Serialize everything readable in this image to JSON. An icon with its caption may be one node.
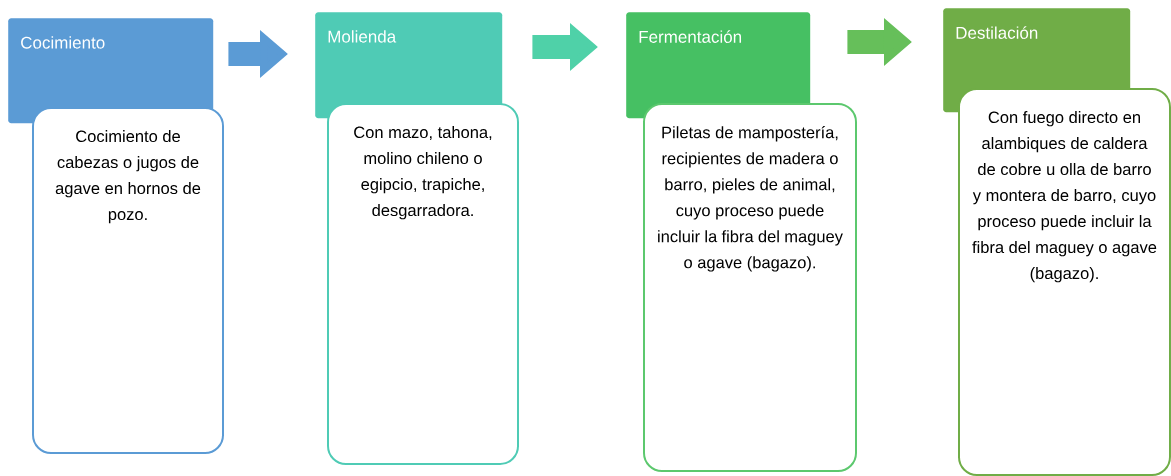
{
  "diagram": {
    "nodes": [
      {
        "text": [
          "Cocimiento"
        ]
      },
      {
        "text": [
          "Cocimiento de cabezas o jugos de agave en hornos de pozo."
        ]
      },
      {
        "text": [
          "Molienda"
        ]
      },
      {
        "text": [
          "Con mazo, tahona, molino chileno o egipcio, trapiche, desgarradora."
        ]
      },
      {
        "text": [
          "Fermentación"
        ]
      },
      {
        "text": [
          "Piletas de mampostería, recipientes de madera o barro, pieles de animal, cuyo proceso puede incluir la fibra del maguey o agave (bagazo)."
        ]
      },
      {
        "text": [
          "Destilación"
        ]
      },
      {
        "text": [
          "Con fuego directo en alambiques de caldera de cobre u olla de barro y montera de barro, cuyo proceso puede incluir la fibra del maguey o agave (bagazo)."
        ]
      }
    ],
    "edges": [
      {
        "from": 0,
        "to": 2,
        "arrow": "to",
        "color": "#5b9bd5"
      },
      {
        "from": 2,
        "to": 4,
        "arrow": "to",
        "color": "#4fd1a8"
      },
      {
        "from": 4,
        "to": 6,
        "arrow": "to",
        "color": "#66bf5a"
      }
    ]
  }
}
